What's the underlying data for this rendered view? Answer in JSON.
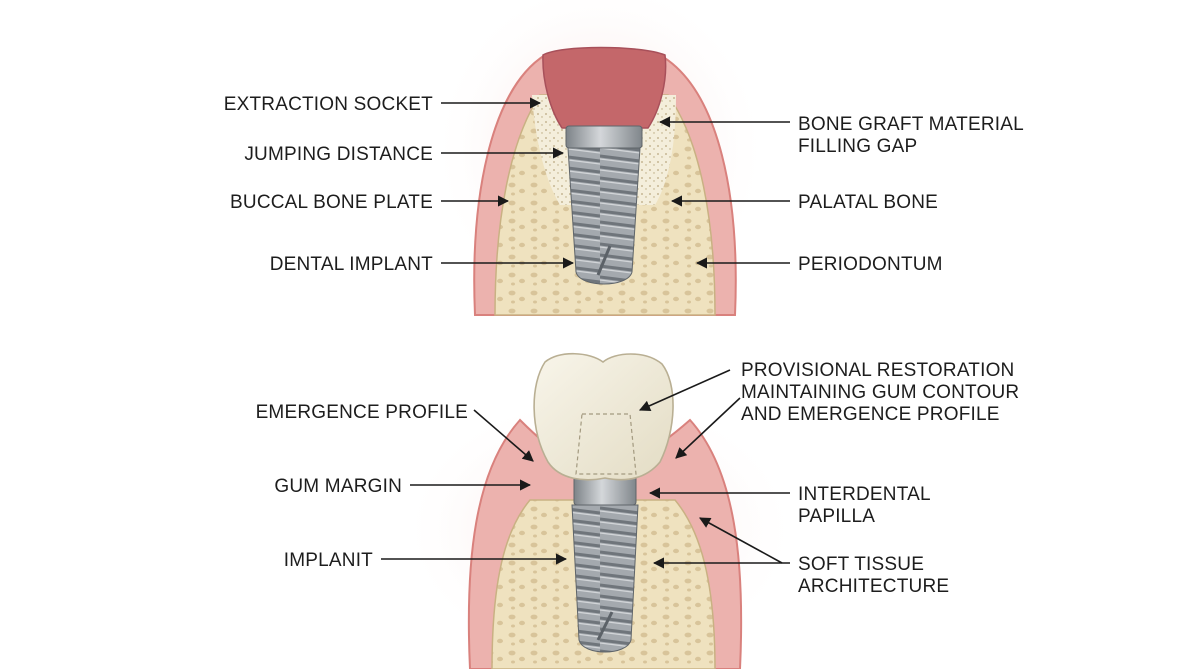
{
  "top_labels": {
    "extraction_socket": "EXTRACTION SOCKET",
    "jumping_distance": "JUMPING DISTANCE",
    "buccal_bone_plate": "BUCCAL BONE PLATE",
    "dental_implant": "DENTAL IMPLANT",
    "bone_graft_line1": "BONE GRAFT MATERIAL",
    "bone_graft_line2": "FILLING GAP",
    "palatal_bone": "PALATAL BONE",
    "periodontum": "PERIODONTUM"
  },
  "bottom_labels": {
    "emergence_profile": "EMERGENCE PROFILE",
    "gum_margin": "GUM MARGIN",
    "implant": "IMPLANIT",
    "provisional_line1": "PROVISIONAL RESTORATION",
    "provisional_line2": "MAINTAINING GUM CONTOUR",
    "provisional_line3": "AND EMERGENCE PROFILE",
    "interdental_line1": "INTERDENTAL",
    "interdental_line2": "PAPILLA",
    "soft_tissue_line1": "SOFT TISSUE",
    "soft_tissue_line2": "ARCHITECTURE"
  },
  "colors": {
    "gum": "#e9a5a1",
    "gum_dark": "#d9817d",
    "bone": "#efe2bf",
    "bone_pore": "#d8c49a",
    "implant": "#9ea3a8",
    "crown": "#f1ecdc",
    "socket": "#c4676a"
  }
}
